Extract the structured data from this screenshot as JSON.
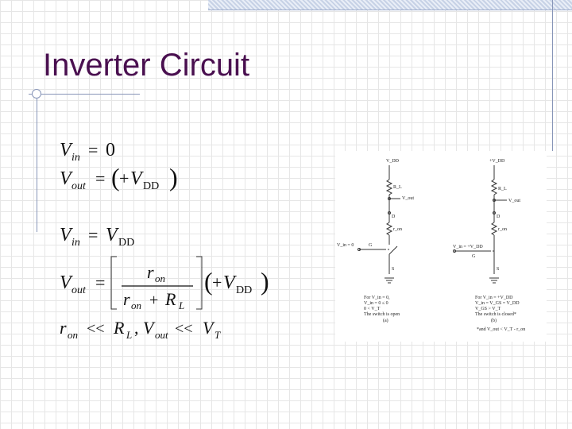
{
  "slide": {
    "title": "Inverter Circuit"
  },
  "equations": {
    "eq1": {
      "lhs": "V",
      "lhs_sub": "in",
      "op": "=",
      "rhs": "0"
    },
    "eq2": {
      "lhs": "V",
      "lhs_sub": "out",
      "op": "=",
      "open": "(",
      "plus": "+",
      "rhs": "V",
      "rhs_sub": "DD",
      "close": ")"
    },
    "eq3": {
      "lhs": "V",
      "lhs_sub": "in",
      "op": "=",
      "rhs": "V",
      "rhs_sub": "DD"
    },
    "eq4": {
      "lhs": "V",
      "lhs_sub": "out",
      "op": "=",
      "num": "r",
      "num_sub": "on",
      "den_a": "r",
      "den_a_sub": "on",
      "den_plus": "+",
      "den_b": "R",
      "den_b_sub": "L",
      "open": "(",
      "plus": "+",
      "rhs": "V",
      "rhs_sub": "DD",
      "close": ")"
    },
    "eq5": {
      "a": "r",
      "a_sub": "on",
      "op1": "<<",
      "b": "R",
      "b_sub": "L",
      "comma": ",",
      "c": "V",
      "c_sub": "out",
      "op2": "<<",
      "d": "V",
      "d_sub": "T"
    }
  },
  "diagram": {
    "left": {
      "vdd": "V_DD",
      "rl": "R_L",
      "vout": "V_out",
      "d": "D",
      "ron": "r_on",
      "gate_in": "V_in = 0",
      "g": "G",
      "s": "S",
      "notes": [
        "For V_in = 0,",
        "V_in = 0 ≤ 0",
        "0 < V_T",
        "The switch is open",
        "(a)"
      ]
    },
    "right": {
      "vdd": "+V_DD",
      "rl": "R_L",
      "vout": "V_out",
      "d": "D",
      "ron": "r_on",
      "gate_in": "V_in = +V_DD",
      "g": "G",
      "s": "S",
      "notes": [
        "For V_in = +V_DD",
        "V_in = V_GS = V_DD",
        "V_GS > V_T",
        "The switch is closed*",
        "(b)",
        "*and V_out < V_T - r_on"
      ]
    }
  }
}
